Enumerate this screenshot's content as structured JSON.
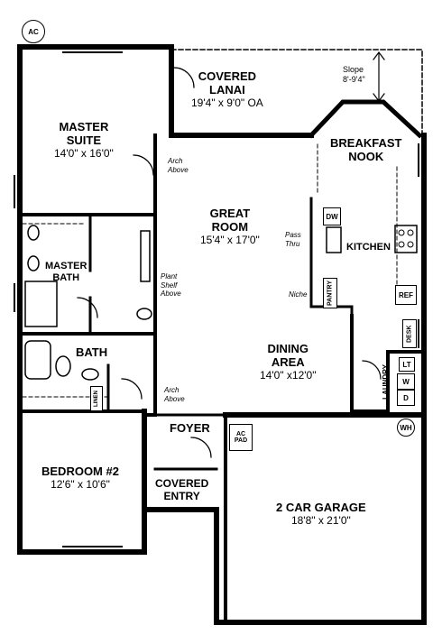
{
  "rooms": {
    "lanai": {
      "name_line1": "COVERED",
      "name_line2": "LANAI",
      "dims": "19'4\" x 9'0\" OA"
    },
    "master_suite": {
      "name_line1": "MASTER",
      "name_line2": "SUITE",
      "dims": "14'0\" x 16'0\""
    },
    "breakfast_nook": {
      "name_line1": "BREAKFAST",
      "name_line2": "NOOK"
    },
    "great_room": {
      "name_line1": "GREAT",
      "name_line2": "ROOM",
      "dims": "15'4\" x 17'0\""
    },
    "kitchen": {
      "name": "KITCHEN"
    },
    "master_bath": {
      "name_line1": "MASTER",
      "name_line2": "BATH"
    },
    "bath": {
      "name": "BATH"
    },
    "dining_area": {
      "name_line1": "DINING",
      "name_line2": "AREA",
      "dims": "14'0\" x12'0\""
    },
    "foyer": {
      "name": "FOYER"
    },
    "bedroom2": {
      "name": "BEDROOM #2",
      "dims": "12'6\" x 10'6\""
    },
    "covered_entry": {
      "name_line1": "COVERED",
      "name_line2": "ENTRY"
    },
    "garage": {
      "name": "2 CAR GARAGE",
      "dims": "18'8\" x 21'0\""
    }
  },
  "notes": {
    "slope_label": "Slope",
    "slope_value": "8'-9'4\"",
    "arch_above_1": "Arch",
    "arch_above_1b": "Above",
    "pass_thru_1": "Pass",
    "pass_thru_2": "Thru",
    "plant_shelf_1": "Plant",
    "plant_shelf_2": "Shelf",
    "plant_shelf_3": "Above",
    "niche": "Niche",
    "arch_above_2": "Arch",
    "arch_above_2b": "Above"
  },
  "fixtures": {
    "ac": "AC",
    "dw": "DW",
    "pantry": "PANTRY",
    "ref": "REF",
    "desk": "DESK",
    "laundry": "LAUNDRY",
    "lt": "LT",
    "washer": "W",
    "dryer": "D",
    "wh": "WH",
    "linen": "LINEN",
    "ac_pad_1": "AC",
    "ac_pad_2": "PAD"
  }
}
